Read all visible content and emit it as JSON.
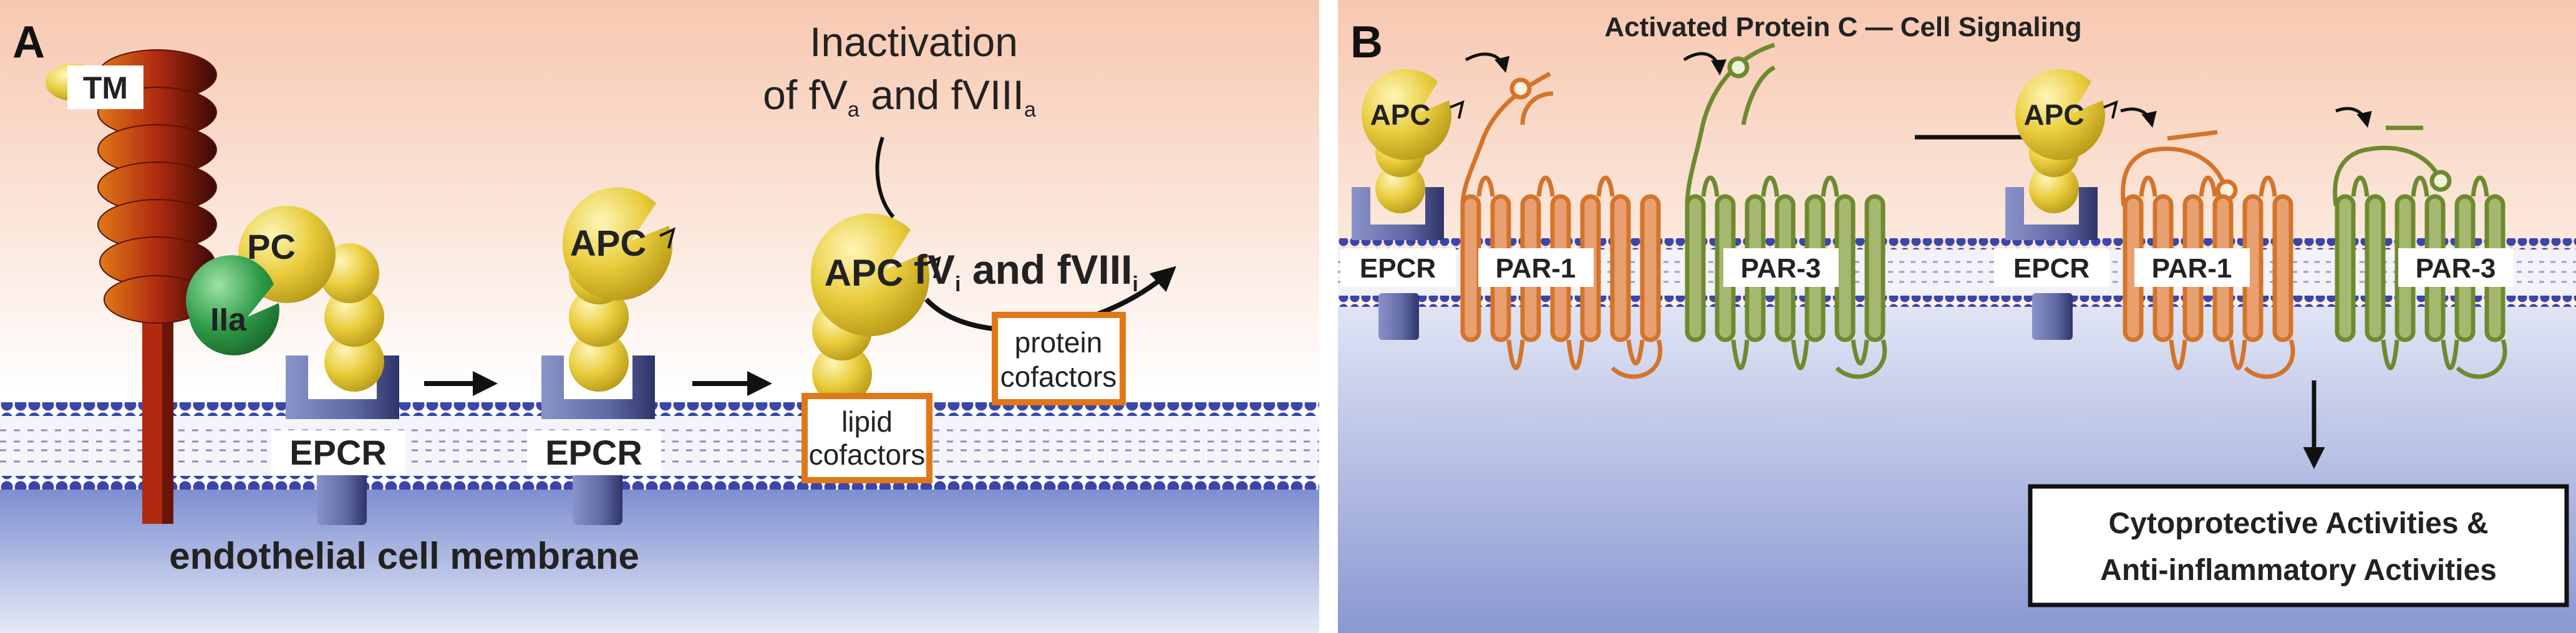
{
  "panel_a": {
    "letter": "A",
    "tm_label": "TM",
    "pc_label": "PC",
    "iia_label": "IIa",
    "apc_label": "APC",
    "epcr_label": "EPCR",
    "inactivation_line1": "Inactivation",
    "inactivation_line2_pre": "of fV",
    "inactivation_line2_mid": " and fVIII",
    "sub_a": "a",
    "fvi_label_pre": "fV",
    "fvi_label_mid": " and fVIII",
    "sub_i": "i",
    "protein_line1": "protein",
    "protein_line2": "cofactors",
    "lipid_line1": "lipid",
    "lipid_line2": "cofactors",
    "membrane_label": "endothelial cell membrane"
  },
  "panel_b": {
    "letter": "B",
    "title": "Activated Protein C — Cell Signaling",
    "apc_label": "APC",
    "epcr_label": "EPCR",
    "par1_label": "PAR-1",
    "par3_label": "PAR-3",
    "result_line1": "Cytoprotective Activities &",
    "result_line2": "Anti-inflammatory Activities"
  },
  "colors": {
    "gold": "#e8cc3c",
    "green": "#2e9a48",
    "orange": "#d4742a",
    "olive": "#6e8a30",
    "epcr_blue": "#5f68a4",
    "tm_red": "#b02a10"
  }
}
